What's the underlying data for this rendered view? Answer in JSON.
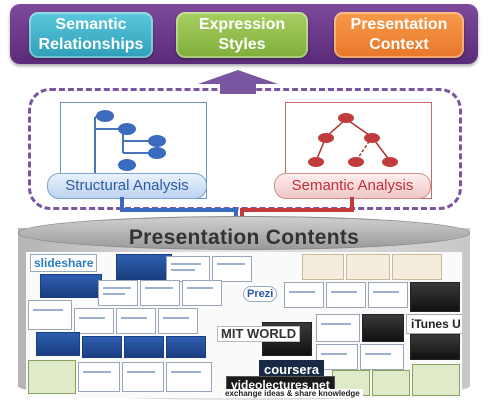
{
  "top_boxes": [
    {
      "line1": "Semantic",
      "line2": "Relationships",
      "color": "#3fb3cc"
    },
    {
      "line1": "Expression",
      "line2": "Styles",
      "color": "#93c04e"
    },
    {
      "line1": "Presentation",
      "line2": "Context",
      "color": "#f0883a"
    }
  ],
  "analysis": {
    "structural_label": "Structural Analysis",
    "semantic_label": "Semantic Analysis",
    "structural_color": "#3b6bbf",
    "semantic_color": "#c23b3b"
  },
  "contents": {
    "title": "Presentation Contents",
    "logos": {
      "slideshare": "slideshare",
      "prezi": "Prezi",
      "mit": "MIT WORLD",
      "itunes": "iTunes U",
      "coursera": "coursera",
      "videolectures": "videolectures.net",
      "videolectures_tagline": "exchange ideas & share knowledge"
    }
  },
  "icons": {
    "up_arrow": "arrow-up-icon",
    "tree": "tree-structure-icon",
    "graph": "semantic-graph-icon",
    "database": "database-cylinder-icon"
  }
}
